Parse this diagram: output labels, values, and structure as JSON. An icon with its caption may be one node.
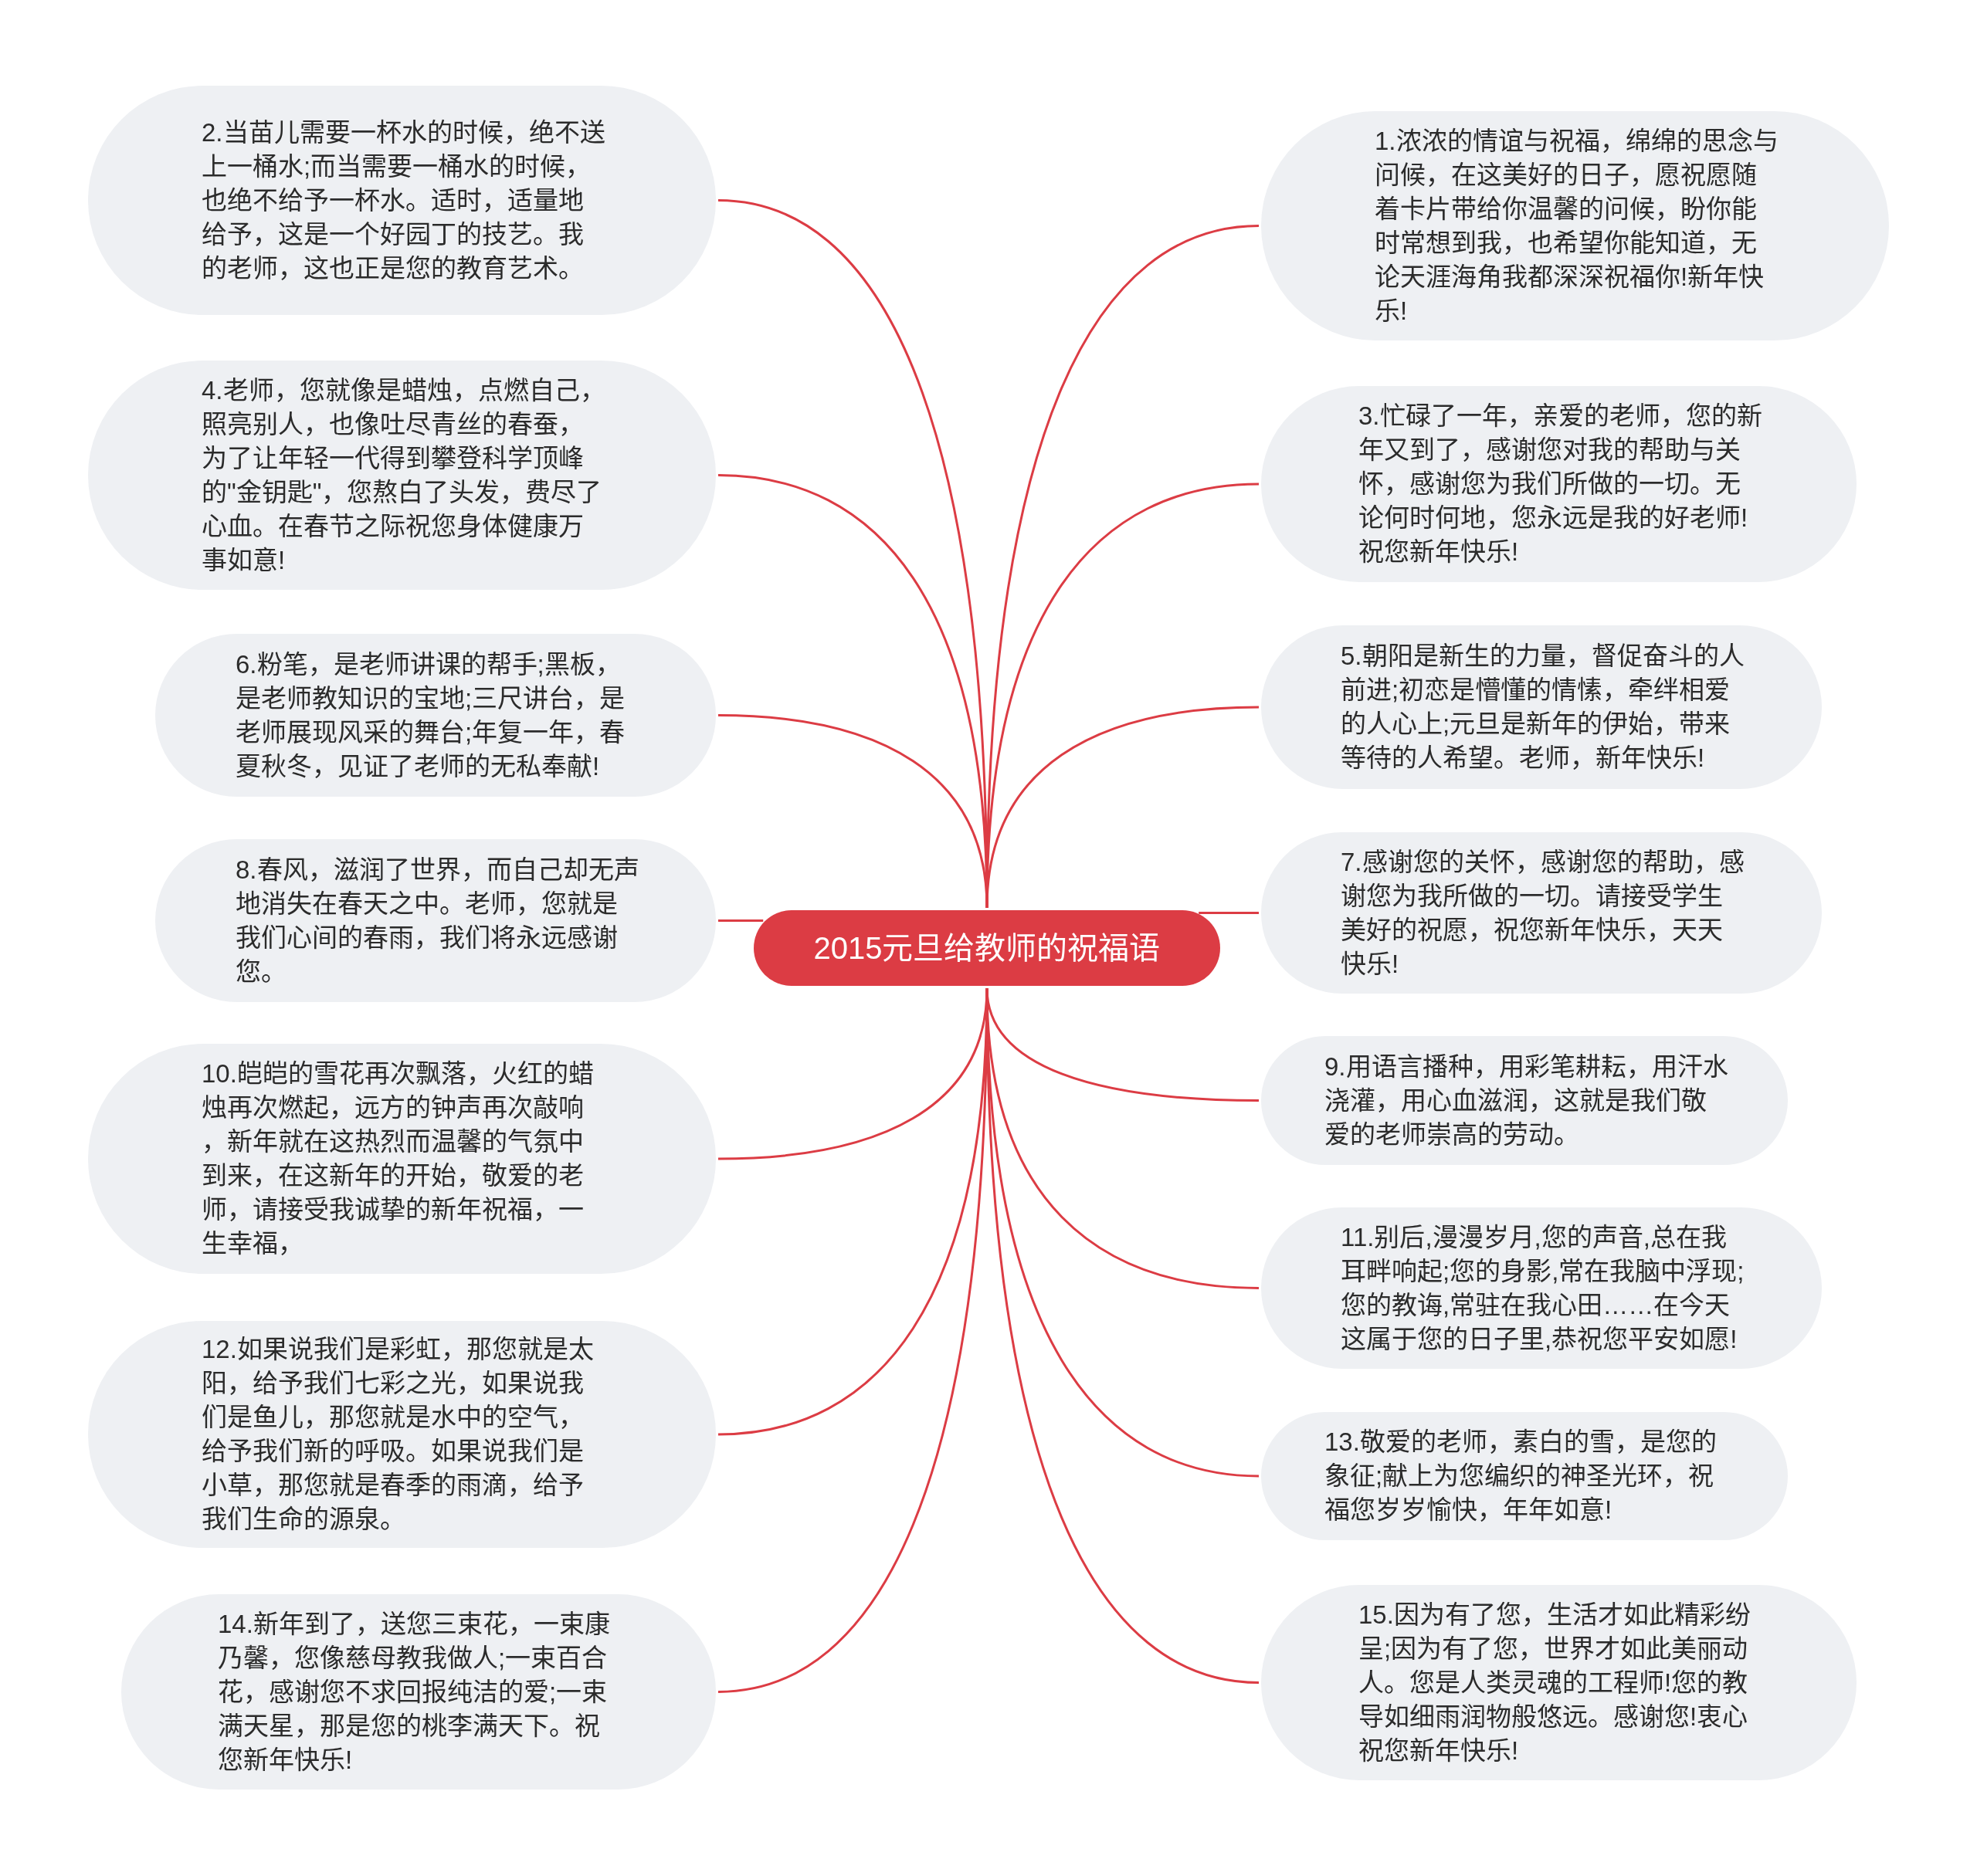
{
  "diagram": {
    "nodes": [
      {
        "text": [
          "2015元旦给教师的祝福语"
        ]
      },
      {
        "text": [
          "1.浓浓的情谊与祝福，绵绵的思念与问候，在这美好的日子，愿祝愿随着卡片带给你温馨的问候，盼你能时常想到我，也希望你能知道，无论天涯海角我都深深祝福你!新年快乐!"
        ]
      },
      {
        "text": [
          "2.当苗儿需要一杯水的时候，绝不送上一桶水;而当需要一桶水的时候，也绝不给予一杯水。适时，适量地给予，这是一个好园丁的技艺。我的老师，这也正是您的教育艺术。"
        ]
      },
      {
        "text": [
          "3.忙碌了一年，亲爱的老师，您的新年又到了，感谢您对我的帮助与关怀，感谢您为我们所做的一切。无论何时何地，您永远是我的好老师!祝您新年快乐!"
        ]
      },
      {
        "text": [
          "4.老师，您就像是蜡烛，点燃自己，照亮别人，也像吐尽青丝的春蚕，为了让年轻一代得到攀登科学顶峰的\"金钥匙\"，您熬白了头发，费尽了心血。在春节之际祝您身体健康万事如意!"
        ]
      },
      {
        "text": [
          "5.朝阳是新生的力量，督促奋斗的人前进;初恋是懵懂的情愫，牵绊相爱的人心上;元旦是新年的伊始，带来等待的人希望。老师，新年快乐!"
        ]
      },
      {
        "text": [
          "6.粉笔，是老师讲课的帮手;黑板，是老师教知识的宝地;三尺讲台，是老师展现风采的舞台;年复一年，春夏秋冬，见证了老师的无私奉献!"
        ]
      },
      {
        "text": [
          "7.感谢您的关怀，感谢您的帮助，感谢您为我所做的一切。请接受学生美好的祝愿，祝您新年快乐，天天快乐!"
        ]
      },
      {
        "text": [
          "8.春风，滋润了世界，而自己却无声地消失在春天之中。老师，您就是我们心间的春雨，我们将永远感谢您。"
        ]
      },
      {
        "text": [
          "9.用语言播种，用彩笔耕耘，用汗水浇灌，用心血滋润，这就是我们敬爱的老师崇高的劳动。"
        ]
      },
      {
        "text": [
          "10.皑皑的雪花再次飘落，火红的蜡烛再次燃起，远方的钟声再次敲响，新年就在这热烈而温馨的气氛中到来，在这新年的开始，敬爱的老师，请接受我诚挚的新年祝福，一生幸福，"
        ]
      },
      {
        "text": [
          "11.别后,漫漫岁月,您的声音,总在我耳畔响起;您的身影,常在我脑中浮现;您的教诲,常驻在我心田……在今天这属于您的日子里,恭祝您平安如愿!"
        ]
      },
      {
        "text": [
          "12.如果说我们是彩虹，那您就是太阳，给予我们七彩之光，如果说我们是鱼儿，那您就是水中的空气，给予我们新的呼吸。如果说我们是小草，那您就是春季的雨滴，给予我们生命的源泉。"
        ]
      },
      {
        "text": [
          "13.敬爱的老师，素白的雪，是您的象征;献上为您编织的神圣光环，祝福您岁岁愉快，年年如意!"
        ]
      },
      {
        "text": [
          "14.新年到了，送您三束花，一束康乃馨，您像慈母教我做人;一束百合花，感谢您不求回报纯洁的爱;一束满天星，那是您的桃李满天下。祝您新年快乐!"
        ]
      },
      {
        "text": [
          "15.因为有了您，生活才如此精彩纷呈;因为有了您，世界才如此美丽动人。您是人类灵魂的工程师!您的教导如细雨润物般悠远。感谢您!衷心祝您新年快乐!"
        ]
      }
    ],
    "edges": [
      {
        "from": 0,
        "to": 1,
        "arrow": "none"
      },
      {
        "from": 0,
        "to": 2,
        "arrow": "none"
      },
      {
        "from": 0,
        "to": 3,
        "arrow": "none"
      },
      {
        "from": 0,
        "to": 4,
        "arrow": "none"
      },
      {
        "from": 0,
        "to": 5,
        "arrow": "none"
      },
      {
        "from": 0,
        "to": 6,
        "arrow": "none"
      },
      {
        "from": 0,
        "to": 7,
        "arrow": "none"
      },
      {
        "from": 0,
        "to": 8,
        "arrow": "none"
      },
      {
        "from": 0,
        "to": 9,
        "arrow": "none"
      },
      {
        "from": 0,
        "to": 10,
        "arrow": "none"
      },
      {
        "from": 0,
        "to": 11,
        "arrow": "none"
      },
      {
        "from": 0,
        "to": 12,
        "arrow": "none"
      },
      {
        "from": 0,
        "to": 13,
        "arrow": "none"
      },
      {
        "from": 0,
        "to": 14,
        "arrow": "none"
      },
      {
        "from": 0,
        "to": 15,
        "arrow": "none"
      }
    ]
  }
}
